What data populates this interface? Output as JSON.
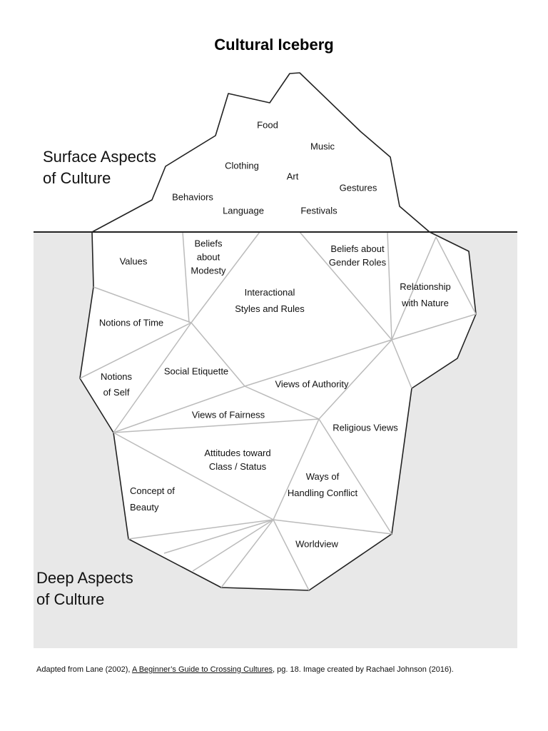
{
  "title": "Cultural Iceberg",
  "surface_heading": [
    "Surface Aspects",
    "of Culture"
  ],
  "deep_heading": [
    "Deep Aspects",
    "of Culture"
  ],
  "surface_items": {
    "food": "Food",
    "music": "Music",
    "clothing": "Clothing",
    "art": "Art",
    "gestures": "Gestures",
    "behaviors": "Behaviors",
    "language": "Language",
    "festivals": "Festivals"
  },
  "deep_items": {
    "values": "Values",
    "beliefs_modesty": [
      "Beliefs",
      "about",
      "Modesty"
    ],
    "beliefs_gender": [
      "Beliefs about",
      "Gender Roles"
    ],
    "interactional": [
      "Interactional",
      "Styles and Rules"
    ],
    "relationship_nature": [
      "Relationship",
      "with Nature"
    ],
    "notions_time": "Notions of Time",
    "notions_self": [
      "Notions",
      "of Self"
    ],
    "social_etiquette": "Social Etiquette",
    "views_authority": "Views of Authority",
    "views_fairness": "Views of Fairness",
    "religious_views": "Religious Views",
    "attitudes_class": [
      "Attitudes toward",
      "Class / Status"
    ],
    "ways_conflict": [
      "Ways of",
      "Handling Conflict"
    ],
    "concept_beauty": [
      "Concept of",
      "Beauty"
    ],
    "worldview": "Worldview"
  },
  "footer": {
    "prefix": "Adapted from Lane (2002),",
    "book": "A Beginner’s Guide to Crossing Cultures",
    "suffix": ", pg. 18.  Image created by Rachael Johnson (2016)."
  },
  "colors": {
    "water": "#e8e8e8",
    "outline": "#222222",
    "inner_lines": "#bbbbbb",
    "waterline": "#222222"
  }
}
